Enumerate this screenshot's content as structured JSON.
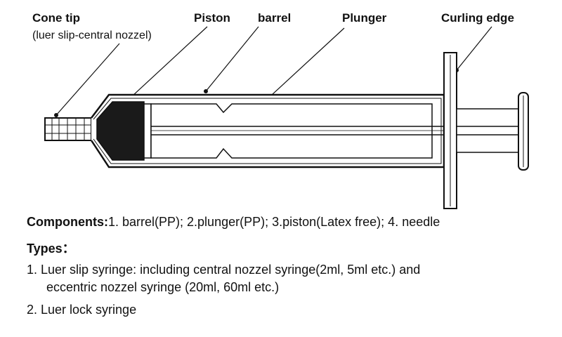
{
  "diagram": {
    "labels": {
      "cone_tip": "Cone tip",
      "cone_tip_sub": "(luer slip-central nozzel)",
      "piston": "Piston",
      "barrel": "barrel",
      "plunger": "Plunger",
      "curling_edge": "Curling edge"
    }
  },
  "text": {
    "components_heading": "Components:",
    "components_list": "1. barrel(PP); 2.plunger(PP); 3.piston(Latex free); 4. needle",
    "types_heading": "Types：",
    "type1_line1": "1. Luer slip syringe: including central nozzel syringe(2ml, 5ml etc.) and",
    "type1_line2": "eccentric nozzel syringe (20ml, 60ml etc.)",
    "type2": "2. Luer lock syringe"
  }
}
